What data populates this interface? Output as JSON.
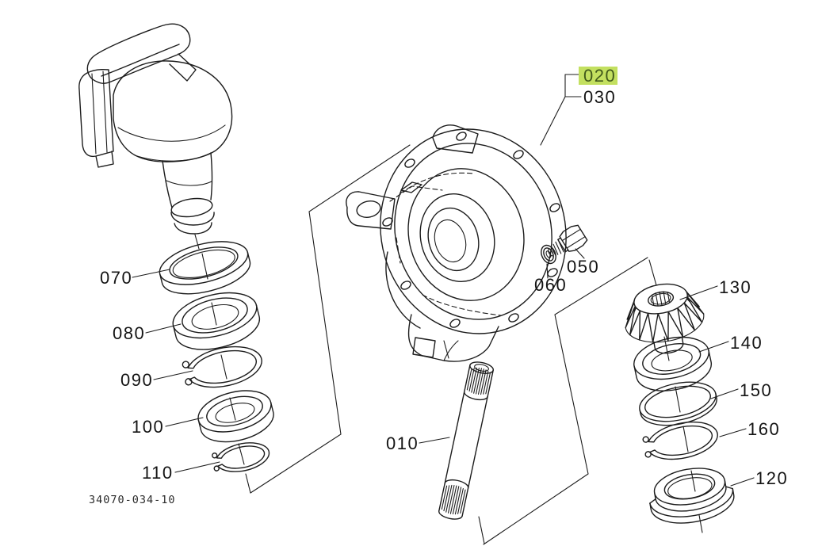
{
  "figure": {
    "code": "34070-034-10",
    "highlighted_ref": "020",
    "highlight_color": "#c3e060",
    "highlight_text_color": "#41591b",
    "line_color": "#1c1c1c",
    "callouts": {
      "c010": "010",
      "c020": "020",
      "c030": "030",
      "c050": "050",
      "c060": "060",
      "c070": "070",
      "c080": "080",
      "c090": "090",
      "c100": "100",
      "c110": "110",
      "c120": "120",
      "c130": "130",
      "c140": "140",
      "c150": "150",
      "c160": "160"
    }
  }
}
